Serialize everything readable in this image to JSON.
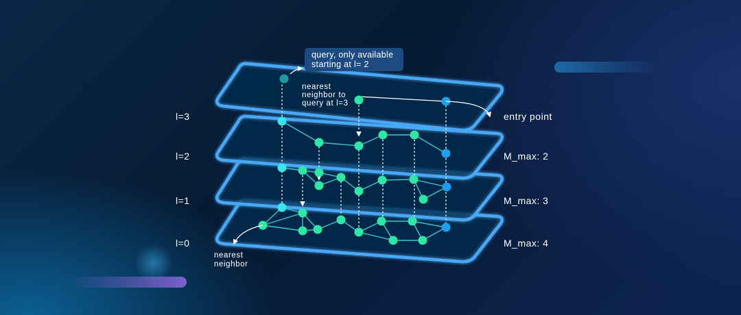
{
  "labels": {
    "layer3": "l=3",
    "layer2": "l=2",
    "layer1": "l=1",
    "layer0": "l=0",
    "entry": "entry point",
    "mmax2": "M_max: 2",
    "mmax3": "M_max: 3",
    "mmax4": "M_max: 4",
    "query_line1": "query, only available",
    "query_line2": "starting at l= 2",
    "nn_query_line1": "nearest",
    "nn_query_line2": "neighbor to",
    "nn_query_line3": "query at l=3",
    "nn_line1": "nearest",
    "nn_line2": "neighbor"
  },
  "colors": {
    "plane_stroke": "#4aa8f5",
    "node_green": "#2ee6a6",
    "node_cyan": "#3be3ea",
    "node_blue": "#1c9ff0",
    "query_node": "#1b9aa0",
    "edge": "#3ec9c8",
    "text": "#ffffff",
    "query_box": "#1e4a82"
  }
}
